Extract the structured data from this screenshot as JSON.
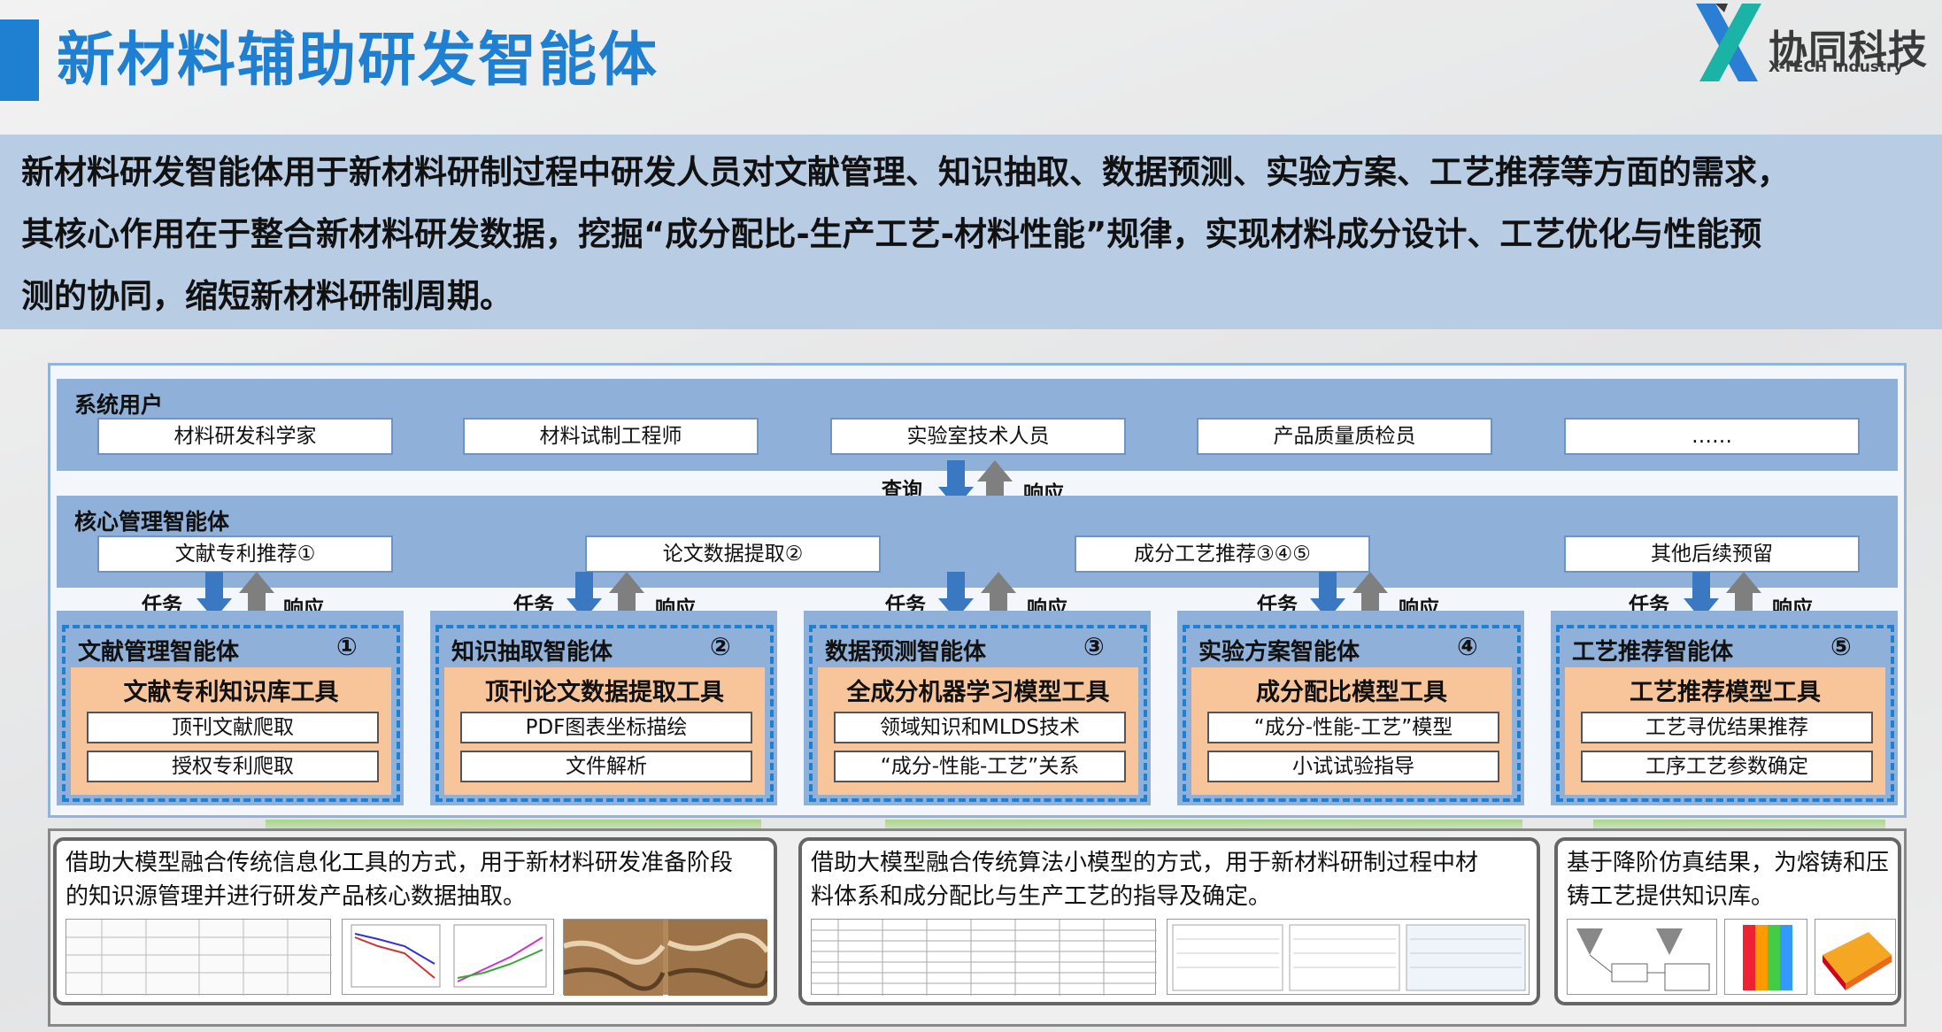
{
  "header": {
    "title": "新材料辅助研发智能体",
    "logo_cn": "协同科技",
    "logo_en": "X-TECH Industry"
  },
  "description": {
    "line1": "新材料研发智能体用于新材料研制过程中研发人员对文献管理、知识抽取、数据预测、实验方案、工艺推荐等方面的需求，",
    "line2": "其核心作用在于整合新材料研发数据，挖掘“成分配比-生产工艺-材料性能”规律，实现材料成分设计、工艺优化与性能预",
    "line3": "测的协同，缩短新材料研制周期。"
  },
  "users": {
    "label": "系统用户",
    "items": [
      "材料研发科学家",
      "材料试制工程师",
      "实验室技术人员",
      "产品质量质检员",
      "……"
    ]
  },
  "flow_top": {
    "query": "查询",
    "respond": "响应"
  },
  "core": {
    "label": "核心管理智能体",
    "items": [
      "文献专利推荐①",
      "论文数据提取②",
      "成分工艺推荐③④⑤",
      "其他后续预留"
    ]
  },
  "task_labels": {
    "task": "任务",
    "respond": "响应"
  },
  "agents": [
    {
      "title": "文献管理智能体",
      "num": "①",
      "tool": "文献专利知识库工具",
      "items": [
        "顶刊文献爬取",
        "授权专利爬取"
      ]
    },
    {
      "title": "知识抽取智能体",
      "num": "②",
      "tool": "顶刊论文数据提取工具",
      "items": [
        "PDF图表坐标描绘",
        "文件解析"
      ]
    },
    {
      "title": "数据预测智能体",
      "num": "③",
      "tool": "全成分机器学习模型工具",
      "items": [
        "领域知识和MLDS技术",
        "“成分-性能-工艺”关系"
      ]
    },
    {
      "title": "实验方案智能体",
      "num": "④",
      "tool": "成分配比模型工具",
      "items": [
        "“成分-性能-工艺”模型",
        "小试试验指导"
      ]
    },
    {
      "title": "工艺推荐智能体",
      "num": "⑤",
      "tool": "工艺推荐模型工具",
      "items": [
        "工艺寻优结果推荐",
        "工序工艺参数确定"
      ]
    }
  ],
  "cards": [
    {
      "line1": "借助大模型融合传统信息化工具的方式，用于新材料研发准备阶段",
      "line2": "的知识源管理并进行研发产品核心数据抽取。"
    },
    {
      "line1": "借助大模型融合传统算法小模型的方式，用于新材料研制过程中材",
      "line2": "料体系和成分配比与生产工艺的指导及确定。"
    },
    {
      "line1": "基于降阶仿真结果，为熔铸和压",
      "line2": "铸工艺提供知识库。"
    }
  ],
  "colors": {
    "accent": "#1f7fd1",
    "band": "#8fb0d8",
    "tool": "#f8c59a"
  }
}
